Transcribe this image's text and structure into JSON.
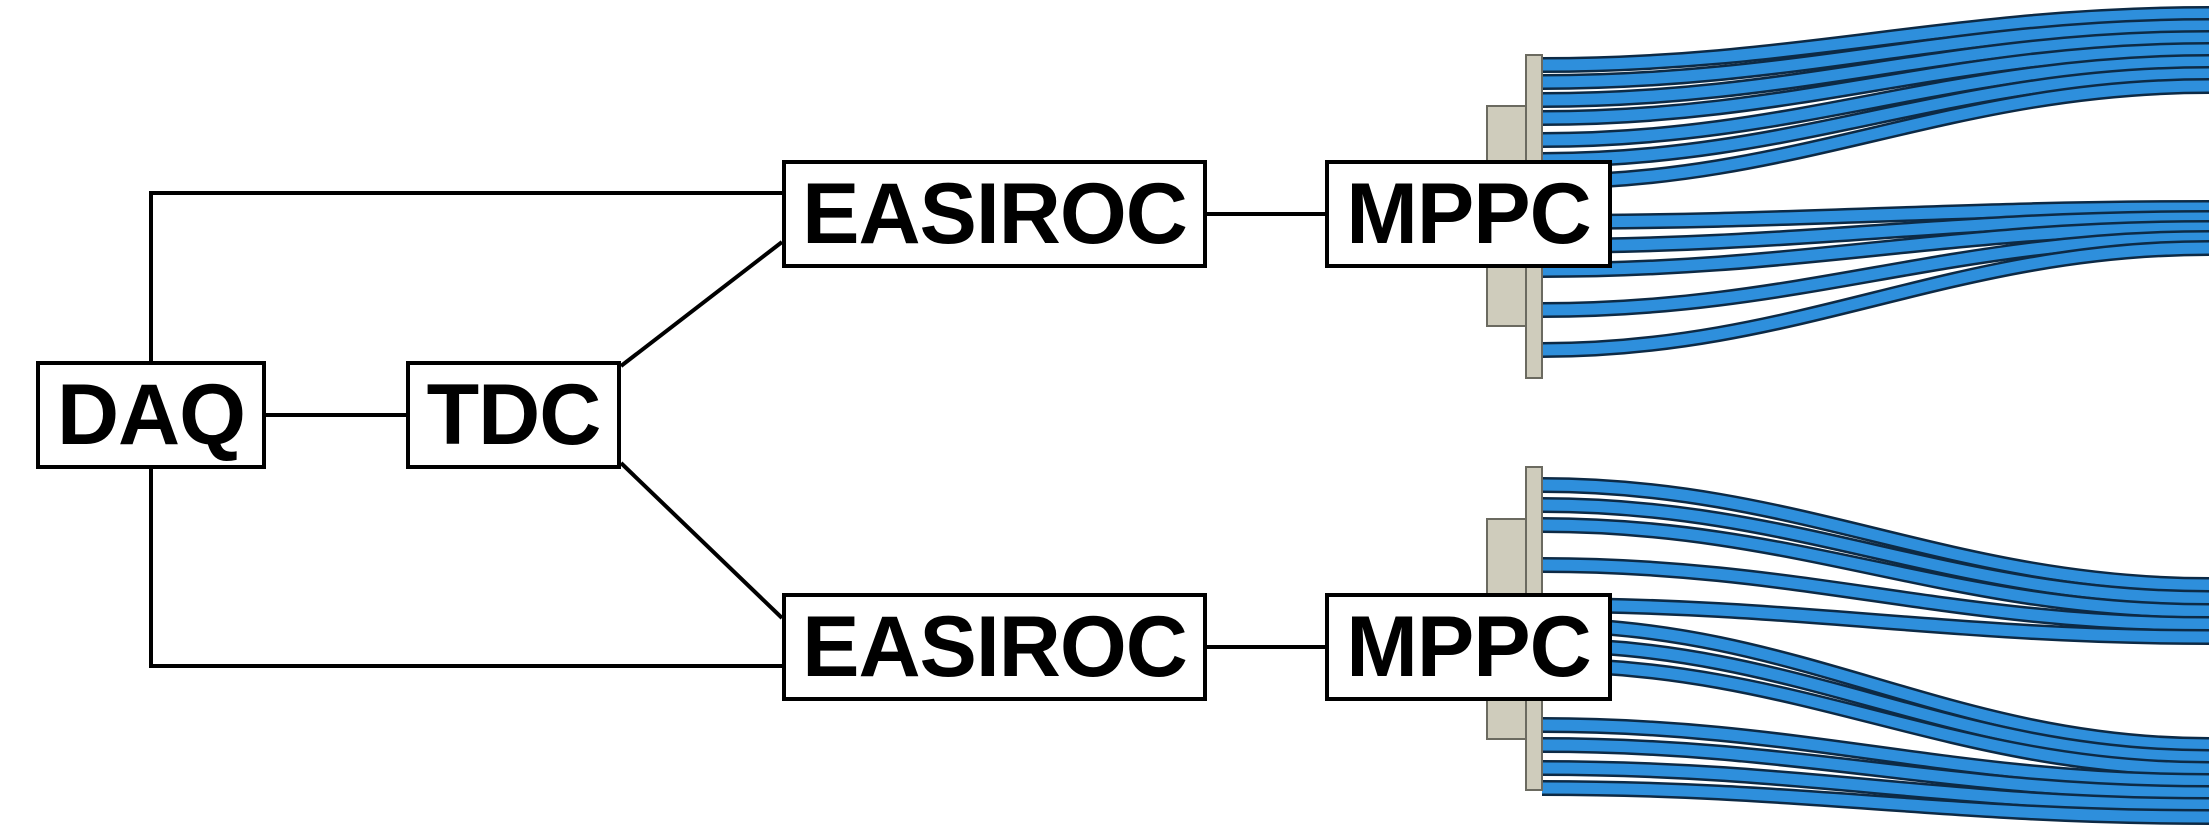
{
  "nodes": {
    "daq": "DAQ",
    "tdc": "TDC",
    "easiroc_top": "EASIROC",
    "easiroc_bottom": "EASIROC",
    "mppc_top": "MPPC",
    "mppc_bottom": "MPPC"
  },
  "colors": {
    "line": "#000000",
    "fiber": "#2e8fdc",
    "fiber_edge": "#0d2a45",
    "connector": "#cfccbc"
  },
  "fiber_bundles": {
    "top_count": 12,
    "bottom_count": 12
  }
}
